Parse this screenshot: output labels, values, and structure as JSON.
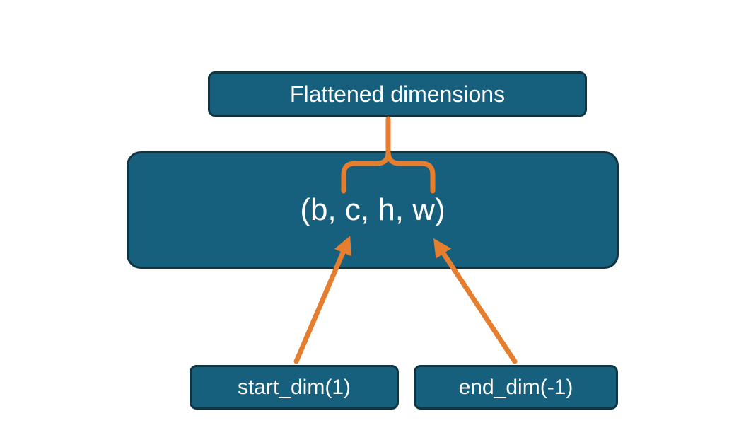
{
  "diagram": {
    "top_box": {
      "label": "Flattened dimensions"
    },
    "main_box": {
      "label": "(b, c, h, w)"
    },
    "start_box": {
      "label": "start_dim(1)"
    },
    "end_box": {
      "label": "end_dim(-1)"
    },
    "connectors": {
      "brace": "brace-from-flattened-dimensions-to-tensor-shape",
      "start_arrow": "arrow-from-start-dim-to-dim-c",
      "end_arrow": "arrow-from-end-dim-to-dim-w"
    },
    "colors": {
      "background": "#ffffff",
      "box_fill": "#16607e",
      "box_border": "#0f3442",
      "arrow": "#e57e2e",
      "text": "#ffffff"
    }
  }
}
